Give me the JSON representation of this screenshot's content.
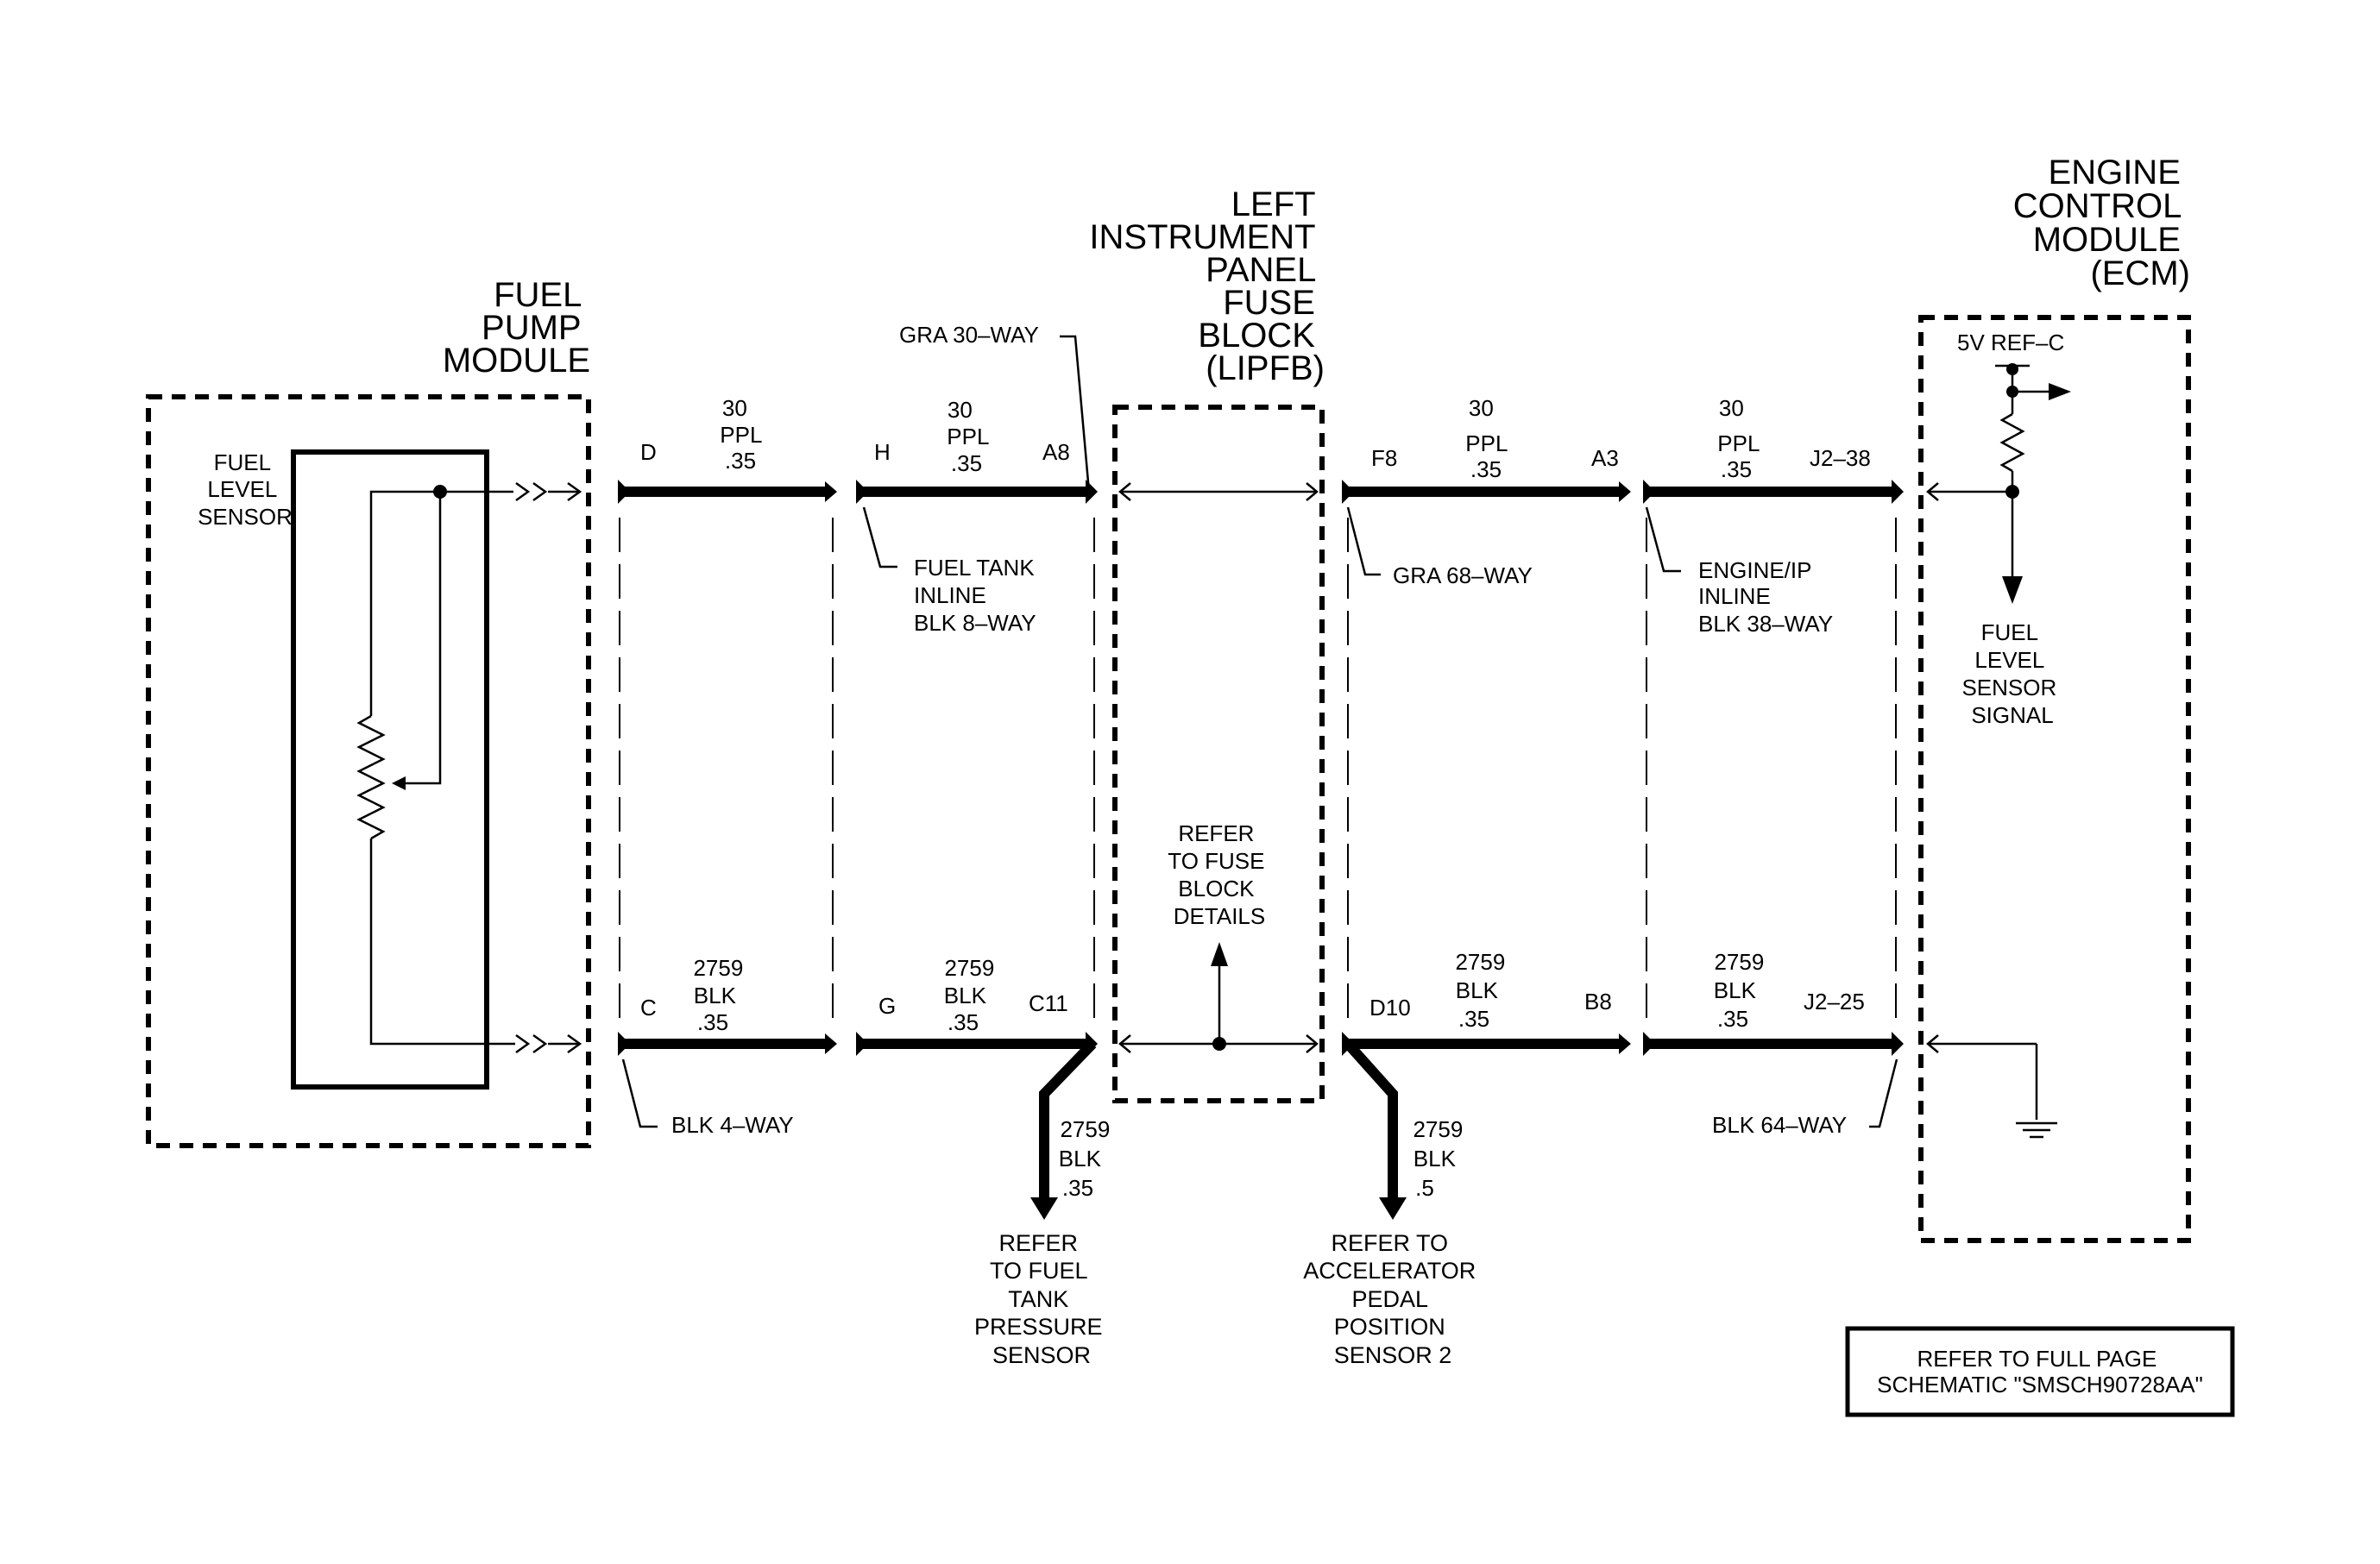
{
  "fuel_pump_module": {
    "title": [
      "FUEL",
      "PUMP",
      "MODULE"
    ],
    "sensor_label": [
      "FUEL",
      "LEVEL",
      "SENSOR"
    ]
  },
  "lipfb": {
    "title": [
      "LEFT",
      "INSTRUMENT",
      "PANEL",
      "FUSE",
      "BLOCK",
      "(LIPFB)"
    ],
    "note": [
      "REFER",
      "TO FUSE",
      "BLOCK",
      "DETAILS"
    ]
  },
  "ecm": {
    "title": [
      "ENGINE",
      "CONTROL",
      "MODULE",
      "(ECM)"
    ],
    "ref_label": "5V REF–C",
    "signal_label": [
      "FUEL",
      "LEVEL",
      "SENSOR",
      "SIGNAL"
    ]
  },
  "connectors": {
    "gra_30": "GRA 30–WAY",
    "fuel_tank_inline": [
      "FUEL TANK",
      "INLINE",
      "BLK 8–WAY"
    ],
    "gra_68": "GRA 68–WAY",
    "engine_ip_inline": [
      "ENGINE/IP",
      "INLINE",
      "BLK 38–WAY"
    ],
    "blk_4": "BLK 4–WAY",
    "blk_64": "BLK 64–WAY"
  },
  "pins": {
    "top": [
      "D",
      "H",
      "A8",
      "F8",
      "A3",
      "J2–38"
    ],
    "bottom": [
      "C",
      "G",
      "C11",
      "D10",
      "B8",
      "J2–25"
    ]
  },
  "wires": {
    "signal": [
      "30",
      "PPL",
      ".35"
    ],
    "ground": [
      "2759",
      "BLK",
      ".35"
    ],
    "ground_branch_1": [
      "2759",
      "BLK",
      ".35"
    ],
    "ground_branch_2": [
      "2759",
      "BLK",
      ".5"
    ]
  },
  "refs": {
    "fuel_tank_pressure": [
      "REFER",
      "TO FUEL",
      "TANK",
      "PRESSURE",
      "SENSOR"
    ],
    "accelerator_pedal": [
      "REFER TO",
      "ACCELERATOR",
      "PEDAL",
      "POSITION",
      "SENSOR 2"
    ]
  },
  "footer": [
    "REFER TO FULL PAGE",
    "SCHEMATIC \"SMSCH90728AA\""
  ]
}
